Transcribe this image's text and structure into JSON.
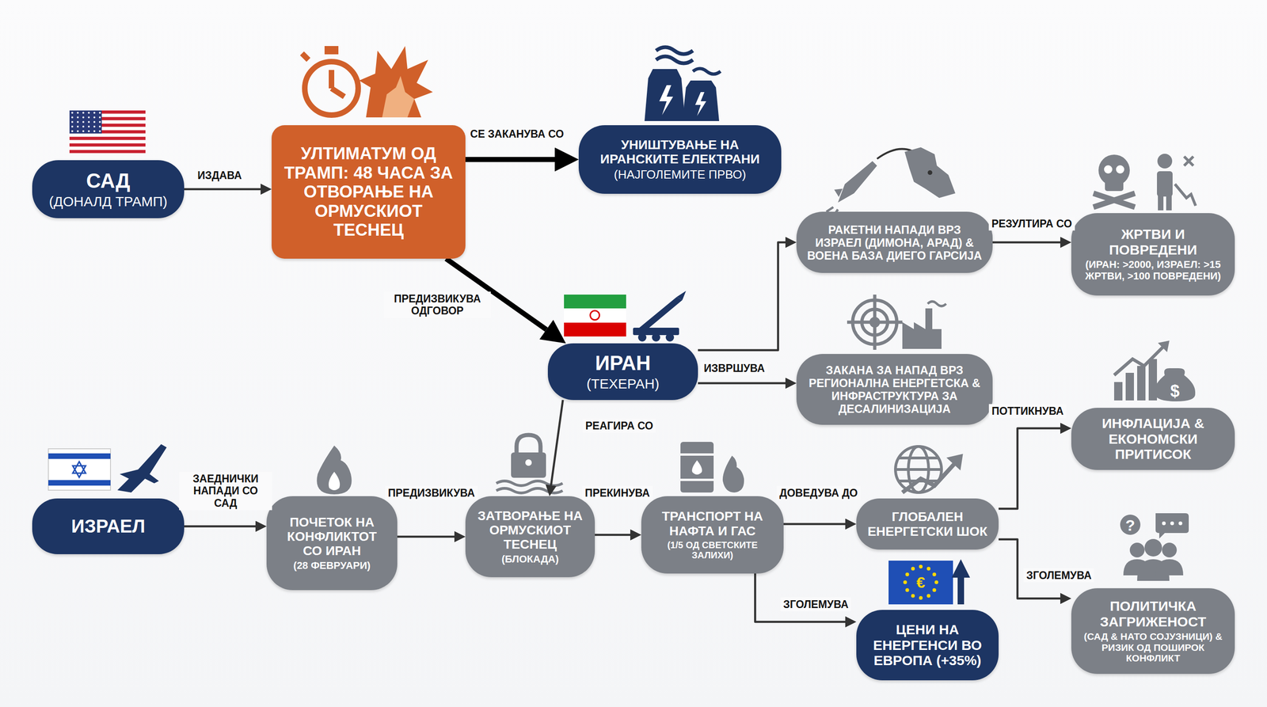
{
  "diagram": {
    "nodes": [
      {
        "text": [
          "САД",
          "(ДОНАЛД ТРАМП)"
        ]
      },
      {
        "text": [
          "УЛТИМАТУМ ОД ТРАМП: 48 ЧАСА ЗА ОТВОРАЊЕ НА ОРМУСКИОТ ТЕСНЕЦ"
        ]
      },
      {
        "text": [
          "УНИШТУВАЊЕ НА ИРАНСКИТЕ ЕЛЕКТРАНИ",
          "(НАЈГОЛЕМИТЕ ПРВО)"
        ]
      },
      {
        "text": [
          "РАКЕТНИ НАПАДИ ВРЗ ИЗРАЕЛ (ДИМОНА, АРАД) & ВОЕНА БАЗА ДИЕГО ГАРСИЈА"
        ]
      },
      {
        "text": [
          "ЖРТВИ И ПОВРЕДЕНИ",
          "(ИРАН: >2000, ИЗРАЕЛ: >15 ЖРТВИ, >100 ПОВРЕДЕНИ)"
        ]
      },
      {
        "text": [
          "ИРАН",
          "(ТЕХЕРАН)"
        ]
      },
      {
        "text": [
          "ЗАКАНА ЗА НАПАД ВРЗ РЕГИОНАЛНА ЕНЕРГЕТСКА & ИНФРАСТРУКТУРА ЗА ДЕСАЛИНИЗАЦИЈА"
        ]
      },
      {
        "text": [
          "ИНФЛАЦИЈА & ЕКОНОМСКИ ПРИТИСОК"
        ]
      },
      {
        "text": [
          "ИЗРАЕЛ"
        ]
      },
      {
        "text": [
          "ПОЧЕТОК НА КОНФЛИКТОТ СО ИРАН",
          "(28 ФЕВРУАРИ)"
        ]
      },
      {
        "text": [
          "ЗАТВОРАЊЕ НА ОРМУСКИОТ ТЕСНЕЦ",
          "(БЛОКАДА)"
        ]
      },
      {
        "text": [
          "ТРАНСПОРТ НА НАФТА И ГАС",
          "(1/5 ОД СВЕТСКИТЕ ЗАЛИХИ)"
        ]
      },
      {
        "text": [
          "ГЛОБАЛЕН ЕНЕРГЕТСКИ ШОК"
        ]
      },
      {
        "text": [
          "ЦЕНИ НА ЕНЕРГЕНСИ ВО ЕВРОПА (+35%)"
        ]
      },
      {
        "text": [
          "ПОЛИТИЧКА ЗАГРИЖЕНОСТ",
          "(САД & НАТО СОЈУЗНИЦИ) & РИЗИК ОД ПОШИРОК КОНФЛИКТ"
        ]
      }
    ],
    "edges": [
      {
        "from": 0,
        "to": 1,
        "label": "ИЗДАВА",
        "arrow": "to"
      },
      {
        "from": 1,
        "to": 2,
        "label": "СЕ ЗАКАНУВА СО",
        "arrow": "to"
      },
      {
        "from": 1,
        "to": 5,
        "label": "ПРЕДИЗВИКУВА ОДГОВОР",
        "arrow": "to"
      },
      {
        "from": 5,
        "to": 3,
        "arrow": "to"
      },
      {
        "from": 3,
        "to": 4,
        "label": "РЕЗУЛТИРА СО",
        "arrow": "to"
      },
      {
        "from": 5,
        "to": 6,
        "label": "ИЗВРШУВА",
        "arrow": "to"
      },
      {
        "from": 5,
        "to": 10,
        "label": "РЕАГИРА СО",
        "arrow": "to"
      },
      {
        "from": 8,
        "to": 9,
        "label": "ЗАЕДНИЧКИ НАПАДИ СО САД",
        "arrow": "to"
      },
      {
        "from": 9,
        "to": 10,
        "label": "ПРЕДИЗВИКУВА",
        "arrow": "to"
      },
      {
        "from": 10,
        "to": 11,
        "label": "ПРЕКИНУВА",
        "arrow": "to"
      },
      {
        "from": 11,
        "to": 12,
        "label": "ДОВЕДУВА ДО",
        "arrow": "to"
      },
      {
        "from": 11,
        "to": 13,
        "label": "ЗГОЛЕМУВА",
        "arrow": "to"
      },
      {
        "from": 12,
        "to": 7,
        "label": "ПОТТИКНУВА",
        "arrow": "to"
      },
      {
        "from": 12,
        "to": 14,
        "label": "ЗГОЛЕМУВА",
        "arrow": "to"
      }
    ]
  }
}
